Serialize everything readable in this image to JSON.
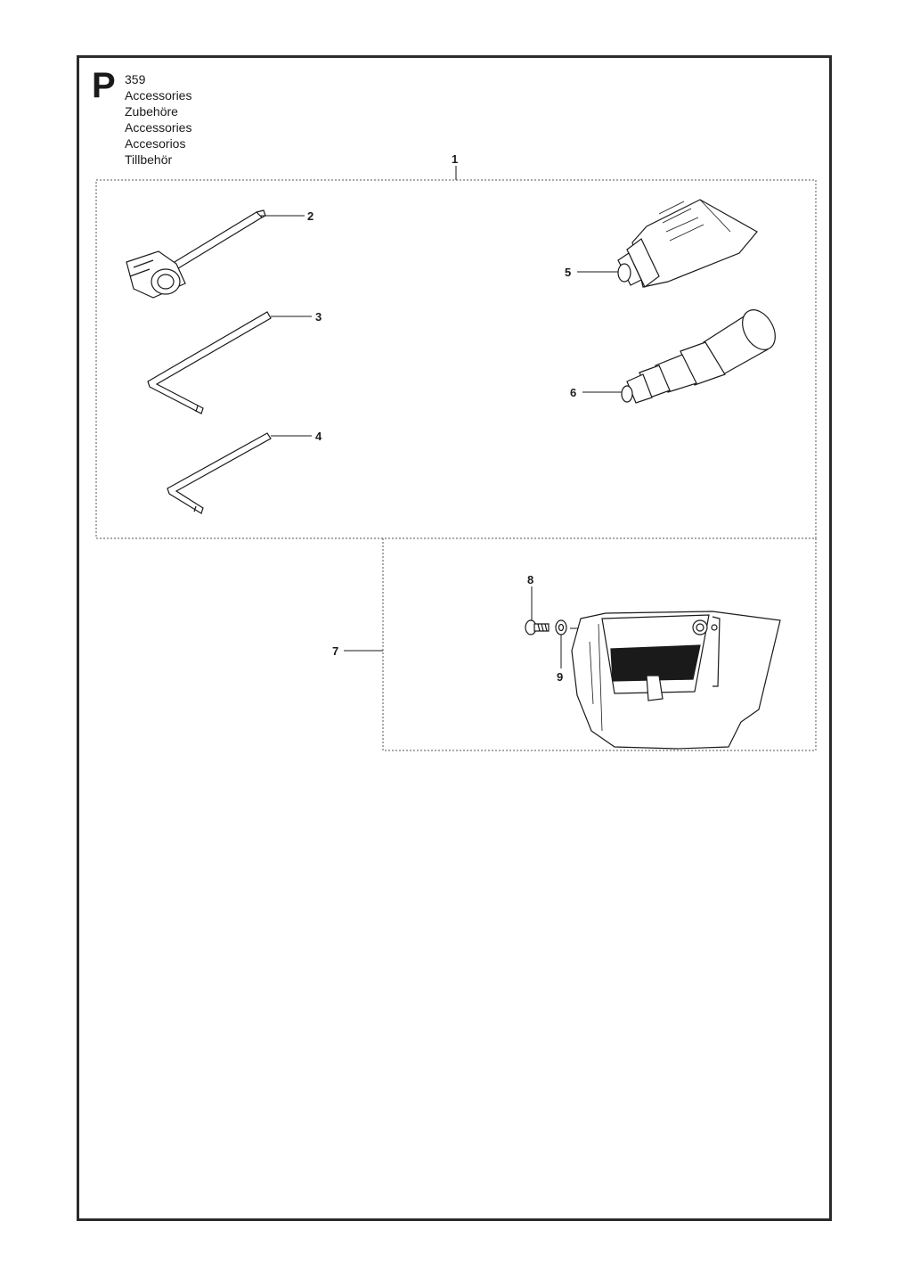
{
  "section": {
    "letter": "P"
  },
  "titles": {
    "model": "359",
    "lines": [
      "Accessories",
      "Zubehöre",
      "Accessories",
      "Accesorios",
      "Tillbehör"
    ]
  },
  "callouts": {
    "c1": "1",
    "c2": "2",
    "c3": "3",
    "c4": "4",
    "c5": "5",
    "c6": "6",
    "c7": "7",
    "c8": "8",
    "c9": "9"
  },
  "colors": {
    "ink": "#1a1a1a",
    "frame": "#2b2b2b",
    "background": "#ffffff"
  }
}
